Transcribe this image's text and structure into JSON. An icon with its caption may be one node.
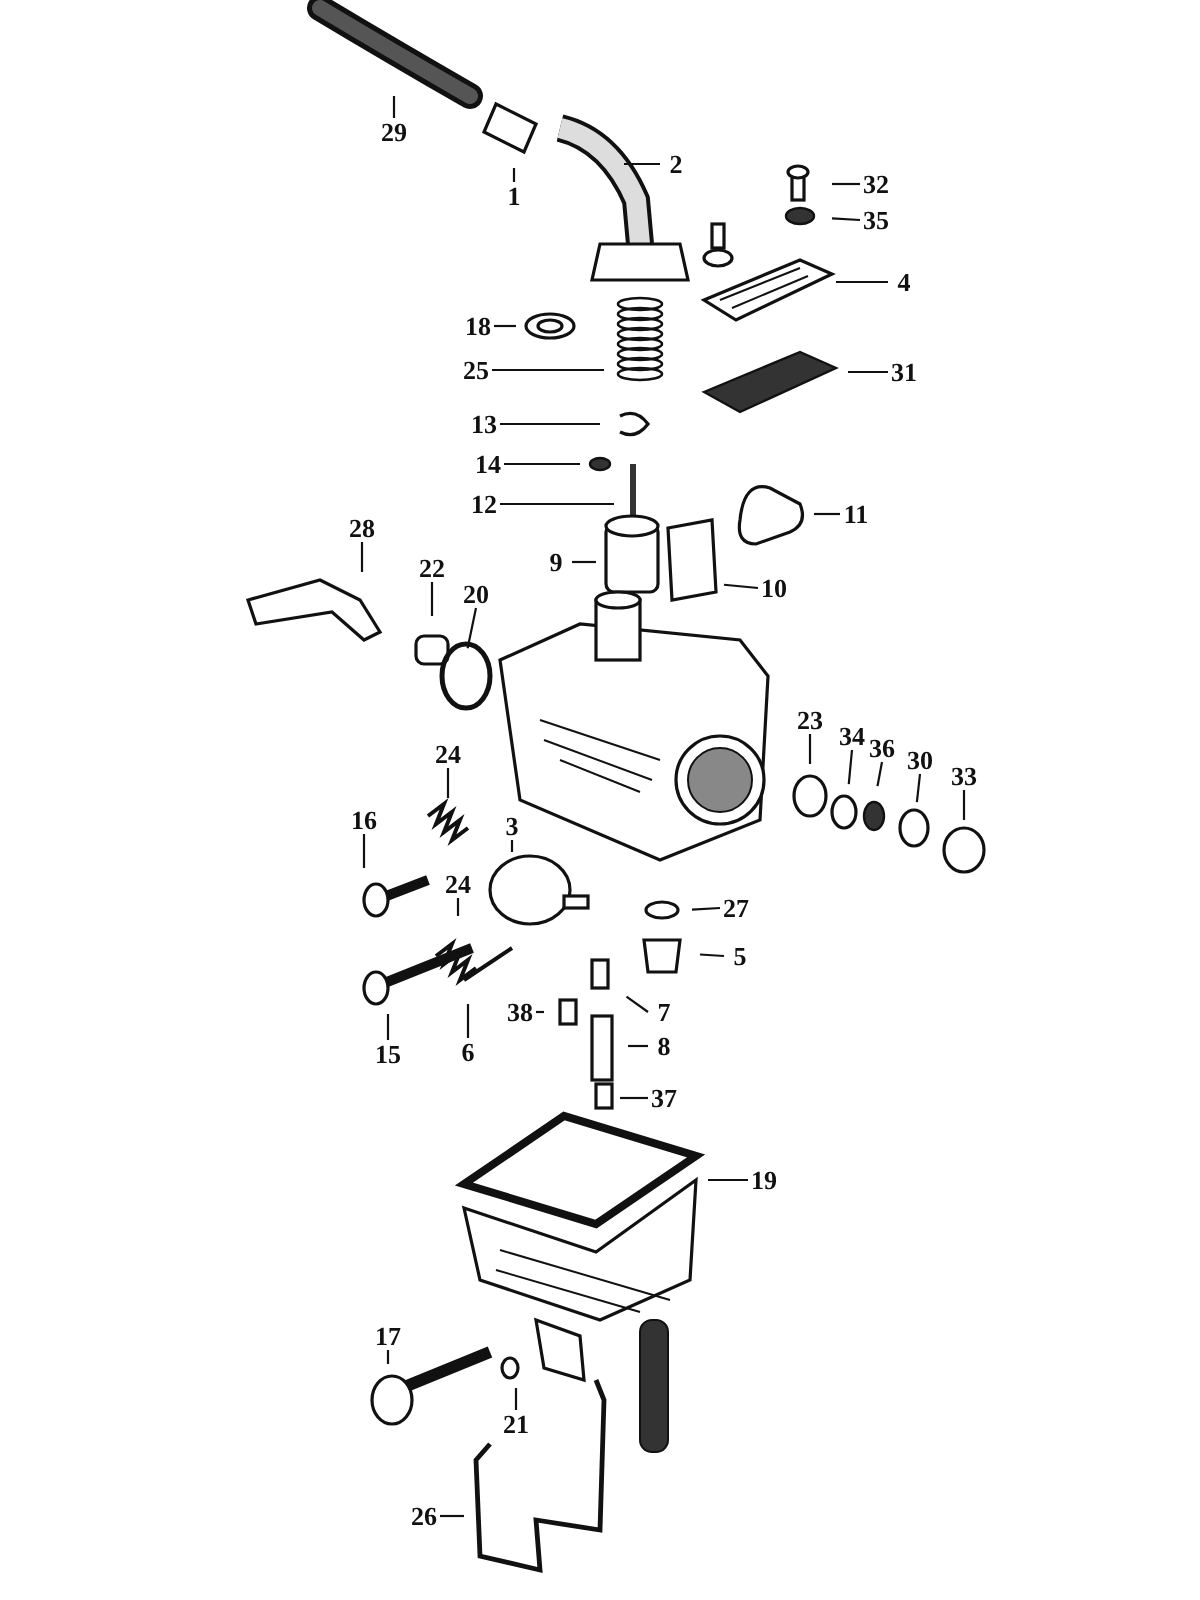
{
  "diagram": {
    "nodes": [
      {
        "text": [
          "29"
        ]
      },
      {
        "text": [
          "1"
        ]
      },
      {
        "text": [
          "2"
        ]
      },
      {
        "text": [
          "32"
        ]
      },
      {
        "text": [
          "35"
        ]
      },
      {
        "text": [
          "4"
        ]
      },
      {
        "text": [
          "18"
        ]
      },
      {
        "text": [
          "25"
        ]
      },
      {
        "text": [
          "31"
        ]
      },
      {
        "text": [
          "13"
        ]
      },
      {
        "text": [
          "14"
        ]
      },
      {
        "text": [
          "12"
        ]
      },
      {
        "text": [
          "11"
        ]
      },
      {
        "text": [
          "9"
        ]
      },
      {
        "text": [
          "10"
        ]
      },
      {
        "text": [
          "28"
        ]
      },
      {
        "text": [
          "22"
        ]
      },
      {
        "text": [
          "20"
        ]
      },
      {
        "text": [
          "23"
        ]
      },
      {
        "text": [
          "34"
        ]
      },
      {
        "text": [
          "36"
        ]
      },
      {
        "text": [
          "30"
        ]
      },
      {
        "text": [
          "33"
        ]
      },
      {
        "text": [
          "24"
        ]
      },
      {
        "text": [
          "16"
        ]
      },
      {
        "text": [
          "3"
        ]
      },
      {
        "text": [
          "24"
        ]
      },
      {
        "text": [
          "27"
        ]
      },
      {
        "text": [
          "5"
        ]
      },
      {
        "text": [
          "38"
        ]
      },
      {
        "text": [
          "7"
        ]
      },
      {
        "text": [
          "8"
        ]
      },
      {
        "text": [
          "15"
        ]
      },
      {
        "text": [
          "6"
        ]
      },
      {
        "text": [
          "37"
        ]
      },
      {
        "text": [
          "19"
        ]
      },
      {
        "text": [
          "17"
        ]
      },
      {
        "text": [
          "21"
        ]
      },
      {
        "text": [
          "26"
        ]
      }
    ],
    "edges": [
      {
        "from": 0,
        "to": null,
        "arrow": "none"
      },
      {
        "from": 1,
        "to": null,
        "arrow": "none"
      },
      {
        "from": 2,
        "to": null,
        "arrow": "none"
      },
      {
        "from": 3,
        "to": null,
        "arrow": "none"
      },
      {
        "from": 4,
        "to": null,
        "arrow": "none"
      },
      {
        "from": 5,
        "to": null,
        "arrow": "none"
      },
      {
        "from": 6,
        "to": null,
        "arrow": "none"
      },
      {
        "from": 7,
        "to": null,
        "arrow": "none"
      },
      {
        "from": 8,
        "to": null,
        "arrow": "none"
      },
      {
        "from": 9,
        "to": null,
        "arrow": "none"
      },
      {
        "from": 10,
        "to": null,
        "arrow": "none"
      },
      {
        "from": 11,
        "to": null,
        "arrow": "none"
      },
      {
        "from": 12,
        "to": null,
        "arrow": "none"
      },
      {
        "from": 13,
        "to": null,
        "arrow": "none"
      },
      {
        "from": 14,
        "to": null,
        "arrow": "none"
      },
      {
        "from": 15,
        "to": null,
        "arrow": "none"
      },
      {
        "from": 16,
        "to": null,
        "arrow": "none"
      },
      {
        "from": 17,
        "to": null,
        "arrow": "none"
      },
      {
        "from": 18,
        "to": null,
        "arrow": "none"
      },
      {
        "from": 19,
        "to": null,
        "arrow": "none"
      },
      {
        "from": 20,
        "to": null,
        "arrow": "none"
      },
      {
        "from": 21,
        "to": null,
        "arrow": "none"
      },
      {
        "from": 22,
        "to": null,
        "arrow": "none"
      },
      {
        "from": 23,
        "to": null,
        "arrow": "none"
      },
      {
        "from": 24,
        "to": null,
        "arrow": "none"
      },
      {
        "from": 25,
        "to": null,
        "arrow": "none"
      },
      {
        "from": 26,
        "to": null,
        "arrow": "none"
      },
      {
        "from": 27,
        "to": null,
        "arrow": "none"
      },
      {
        "from": 28,
        "to": null,
        "arrow": "none"
      },
      {
        "from": 29,
        "to": null,
        "arrow": "none"
      },
      {
        "from": 30,
        "to": null,
        "arrow": "none"
      },
      {
        "from": 31,
        "to": null,
        "arrow": "none"
      },
      {
        "from": 32,
        "to": null,
        "arrow": "none"
      },
      {
        "from": 33,
        "to": null,
        "arrow": "none"
      },
      {
        "from": 34,
        "to": null,
        "arrow": "none"
      },
      {
        "from": 35,
        "to": null,
        "arrow": "none"
      },
      {
        "from": 36,
        "to": null,
        "arrow": "none"
      },
      {
        "from": 37,
        "to": null,
        "arrow": "none"
      },
      {
        "from": 38,
        "to": null,
        "arrow": "none"
      }
    ]
  }
}
